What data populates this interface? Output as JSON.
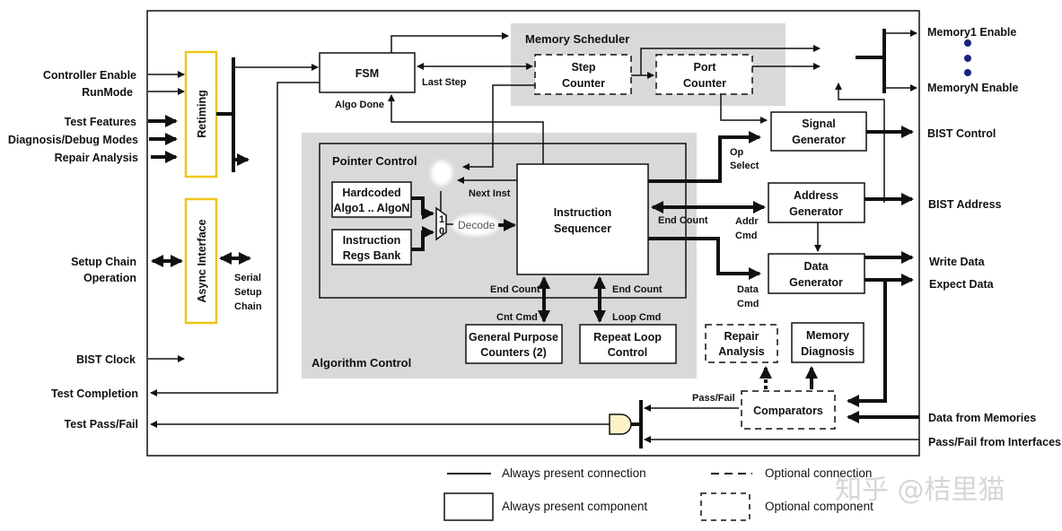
{
  "inputs_left": {
    "controller_enable": "Controller Enable",
    "run_mode": "RunMode",
    "test_features": "Test Features",
    "diagnosis_debug": "Diagnosis/Debug Modes",
    "repair_analysis": "Repair Analysis",
    "setup_chain_1": "Setup Chain",
    "setup_chain_2": "Operation",
    "bist_clock": "BIST Clock",
    "test_completion": "Test Completion",
    "test_pass_fail": "Test Pass/Fail"
  },
  "outputs_right": {
    "memory1_enable": "Memory1 Enable",
    "memoryn_enable": "MemoryN Enable",
    "bist_control": "BIST Control",
    "bist_address": "BIST Address",
    "write_data": "Write Data",
    "expect_data": "Expect Data",
    "data_from_memories": "Data from Memories",
    "pass_fail_interfaces": "Pass/Fail from Interfaces"
  },
  "blocks": {
    "retiming": "Retiming",
    "async_interface": "Async Interface",
    "serial_setup_1": "Serial",
    "serial_setup_2": "Setup",
    "serial_setup_3": "Chain",
    "fsm": "FSM",
    "algo_done": "Algo Done",
    "last_step": "Last Step",
    "memory_scheduler": "Memory Scheduler",
    "step_counter_1": "Step",
    "step_counter_2": "Counter",
    "port_counter_1": "Port",
    "port_counter_2": "Counter",
    "signal_gen_1": "Signal",
    "signal_gen_2": "Generator",
    "op_select_1": "Op",
    "op_select_2": "Select",
    "address_gen_1": "Address",
    "address_gen_2": "Generator",
    "addr_cmd_1": "Addr",
    "addr_cmd_2": "Cmd",
    "data_gen_1": "Data",
    "data_gen_2": "Generator",
    "data_cmd_1": "Data",
    "data_cmd_2": "Cmd",
    "pointer_control": "Pointer Control",
    "hardcoded_1": "Hardcoded",
    "hardcoded_2": "Algo1 .. AlgoN",
    "instr_regs_1": "Instruction",
    "instr_regs_2": "Regs Bank",
    "mux_1": "1",
    "mux_0": "0",
    "decode": "Decode",
    "next_inst": "Next Inst",
    "instr_seq_1": "Instruction",
    "instr_seq_2": "Sequencer",
    "end_count_right": "End Count",
    "end_count_left": "End Count",
    "end_count_bottom": "End Count",
    "cnt_cmd": "Cnt Cmd",
    "loop_cmd": "Loop Cmd",
    "gp_counters_1": "General Purpose",
    "gp_counters_2": "Counters (2)",
    "repeat_loop_1": "Repeat Loop",
    "repeat_loop_2": "Control",
    "algorithm_control": "Algorithm Control",
    "repair_analysis_1": "Repair",
    "repair_analysis_2": "Analysis",
    "memory_diag_1": "Memory",
    "memory_diag_2": "Diagnosis",
    "comparators": "Comparators",
    "pass_fail": "Pass/Fail"
  },
  "legend": {
    "always_connection": "Always present connection",
    "optional_connection": "Optional connection",
    "always_component": "Always present component",
    "optional_component": "Optional component"
  },
  "watermark": "知乎 @桔里猫",
  "colors": {
    "retiming_border": "#f0c419",
    "group_fill": "#d9d9d9",
    "ellipsis_dot": "#1a237e",
    "and_gate_fill": "#fdf3c9"
  }
}
